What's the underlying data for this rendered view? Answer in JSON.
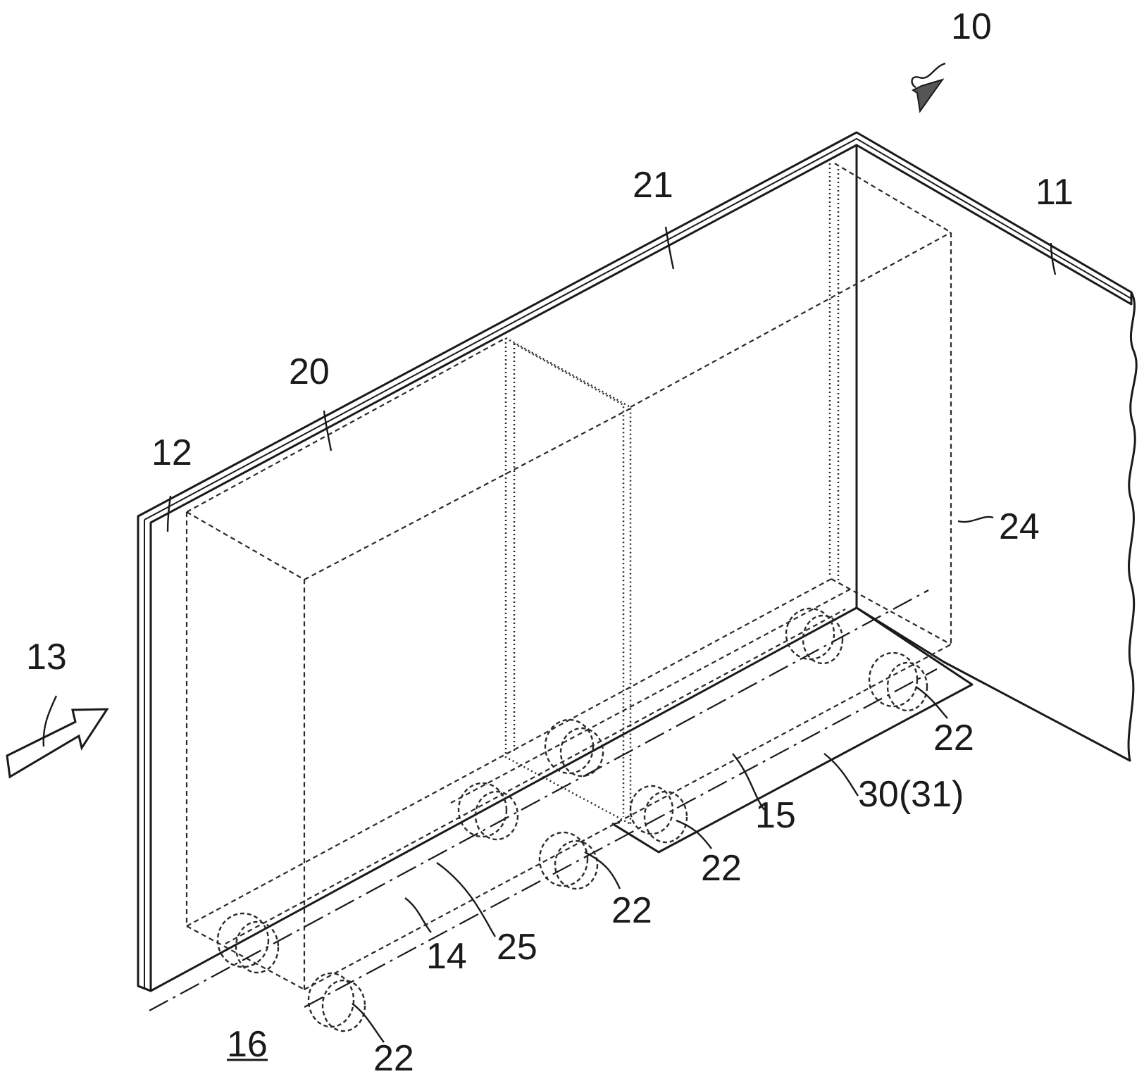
{
  "figure": {
    "labels": {
      "ref_10": "10",
      "ref_11": "11",
      "ref_12": "12",
      "ref_13": "13",
      "ref_14": "14",
      "ref_15": "15",
      "ref_16": "16",
      "ref_20": "20",
      "ref_21": "21",
      "ref_22": "22",
      "ref_24": "24",
      "ref_25": "25",
      "ref_30_31": "30(31)"
    }
  }
}
